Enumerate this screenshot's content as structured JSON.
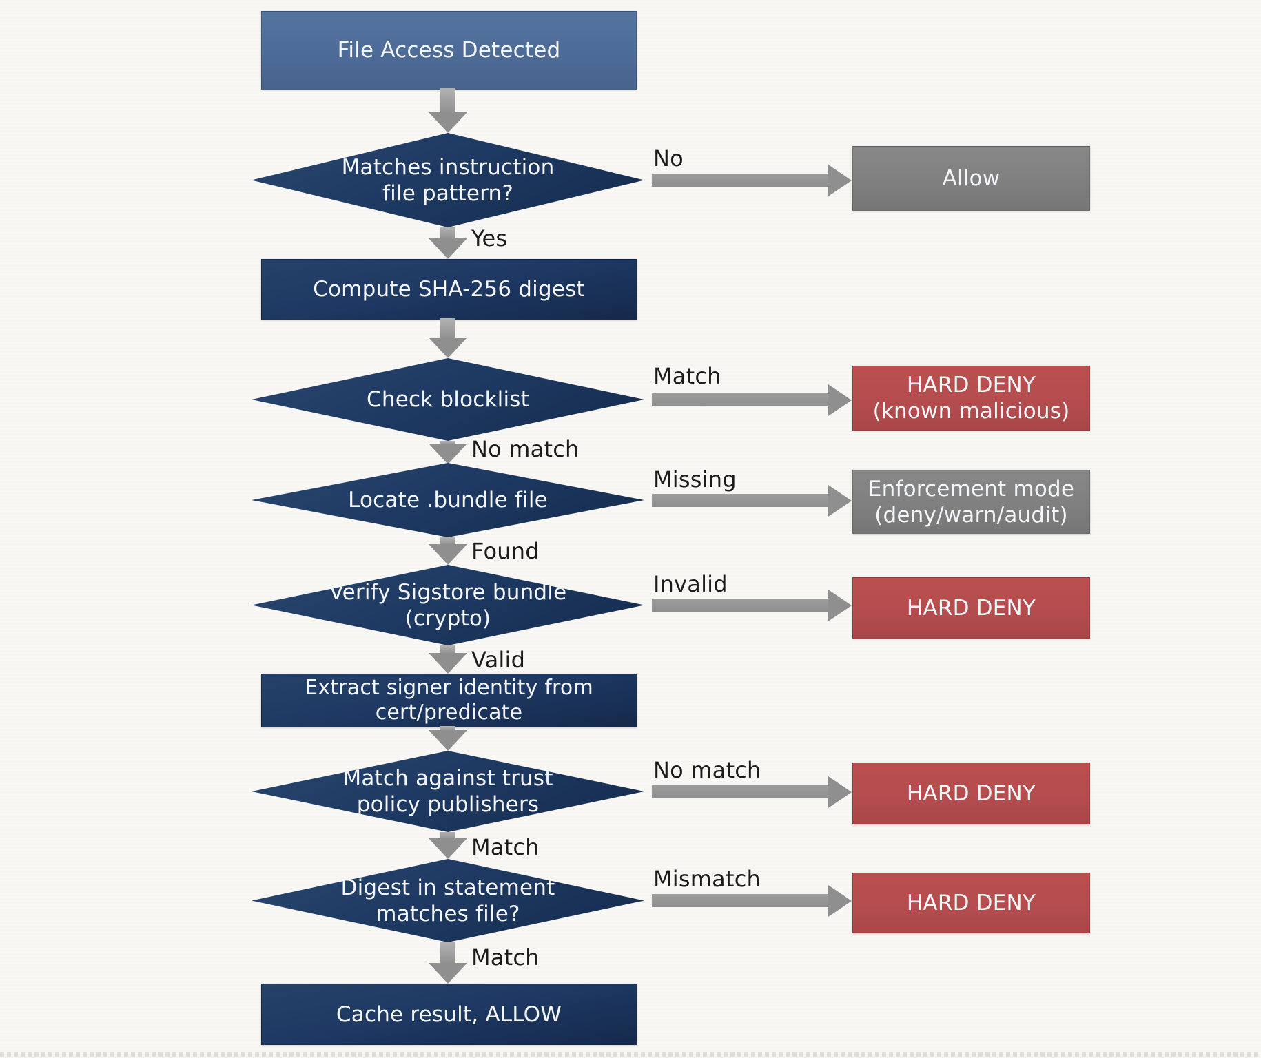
{
  "diagram": {
    "nodes": {
      "start": {
        "label": "File Access Detected"
      },
      "q_pattern": {
        "label": "Matches instruction\nfile pattern?"
      },
      "compute": {
        "label": "Compute SHA-256 digest"
      },
      "q_blocklist": {
        "label": "Check blocklist"
      },
      "q_bundle": {
        "label": "Locate .bundle file"
      },
      "q_verify": {
        "label": "Verify Sigstore bundle\n(crypto)"
      },
      "extract": {
        "label": "Extract signer identity from\ncert/predicate"
      },
      "q_trust": {
        "label": "Match against trust\npolicy publishers"
      },
      "q_digest": {
        "label": "Digest in statement\nmatches file?"
      },
      "cache": {
        "label": "Cache result, ALLOW"
      }
    },
    "outcomes": {
      "allow": {
        "label": "Allow"
      },
      "deny_malicious": {
        "label": "HARD DENY\n(known malicious)"
      },
      "enforcement": {
        "label": "Enforcement mode\n(deny/warn/audit)"
      },
      "deny_invalid": {
        "label": "HARD DENY"
      },
      "deny_no_match": {
        "label": "HARD DENY"
      },
      "deny_mismatch": {
        "label": "HARD DENY"
      }
    },
    "edges": {
      "d_yes": "Yes",
      "d_no_match": "No match",
      "d_found": "Found",
      "d_valid": "Valid",
      "d_match_trust": "Match",
      "d_match_digest": "Match",
      "r_no": "No",
      "r_match": "Match",
      "r_missing": "Missing",
      "r_invalid": "Invalid",
      "r_no_match": "No match",
      "r_mismatch": "Mismatch"
    },
    "colors": {
      "start_fill": "#4d6b97",
      "process_fill": "#1d3862",
      "decision_fill": "#1e3a63",
      "outcome_neutral": "#7f7f7f",
      "outcome_deny": "#b44c4e",
      "arrow": "#8f8f8f",
      "label_text": "#1b1b1b",
      "node_text": "#f4f6fa"
    }
  }
}
